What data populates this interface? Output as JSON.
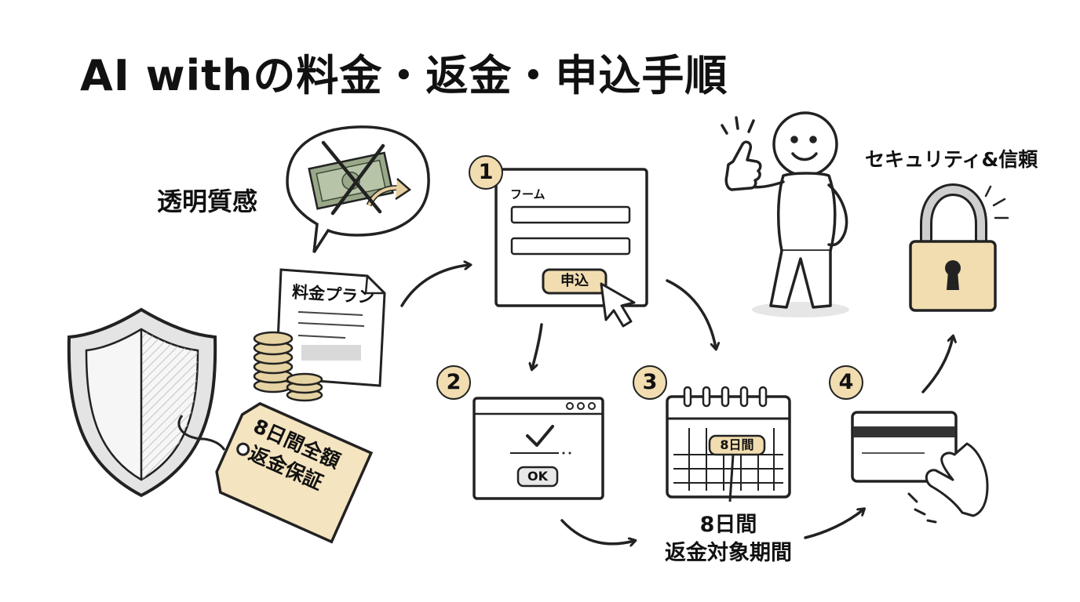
{
  "title": "AI withの料金・返金・申込手順",
  "labels": {
    "transparency": "透明質感",
    "security": "セキュリティ&信頼",
    "plan": "料金プラン",
    "form": "フーム",
    "apply_button": "申込",
    "ok_button": "OK",
    "calendar_tag": "8日間",
    "period_line1": "8日間",
    "period_line2": "返金対象期間",
    "guarantee_line1": "8日間全額",
    "guarantee_line2": "返金保証"
  },
  "steps": [
    "1",
    "2",
    "3",
    "4"
  ],
  "colors": {
    "accent": "#f1ddb0",
    "ink": "#222222",
    "shield": "#d9d9d9",
    "money": "#9aa88a",
    "coin": "#e6d3a3"
  },
  "icons": [
    "shield-icon",
    "money-crossed-icon",
    "speech-bubble-icon",
    "document-icon",
    "coins-icon",
    "form-window-icon",
    "cursor-icon",
    "browser-window-icon",
    "check-icon",
    "calendar-icon",
    "person-thumbs-up-icon",
    "padlock-icon",
    "credit-card-icon",
    "hand-icon",
    "arrow-icon"
  ]
}
